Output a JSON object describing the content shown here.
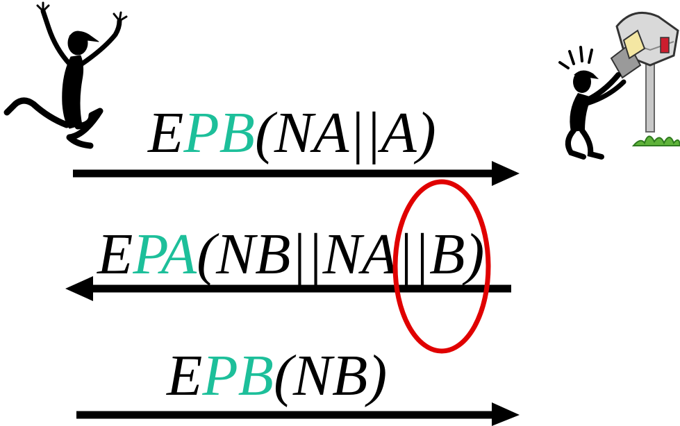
{
  "messages": [
    {
      "pre": "E",
      "key": "PB",
      "post": "(NA||A)",
      "direction": "right"
    },
    {
      "pre": "E",
      "key": "PA",
      "post": "(NB||NA||B)",
      "direction": "left",
      "highlight": "||B"
    },
    {
      "pre": "E",
      "key": "PB",
      "post": "(NB)",
      "direction": "right"
    }
  ],
  "colors": {
    "key_color": "#1dbf9a",
    "text_color": "#000000",
    "highlight_color": "#e00000",
    "arrow_color": "#000000"
  },
  "actors": {
    "left": {
      "icon": "running-stick-figure-icon"
    },
    "right": {
      "icon": "stick-figure-with-mailbox-icon"
    }
  }
}
